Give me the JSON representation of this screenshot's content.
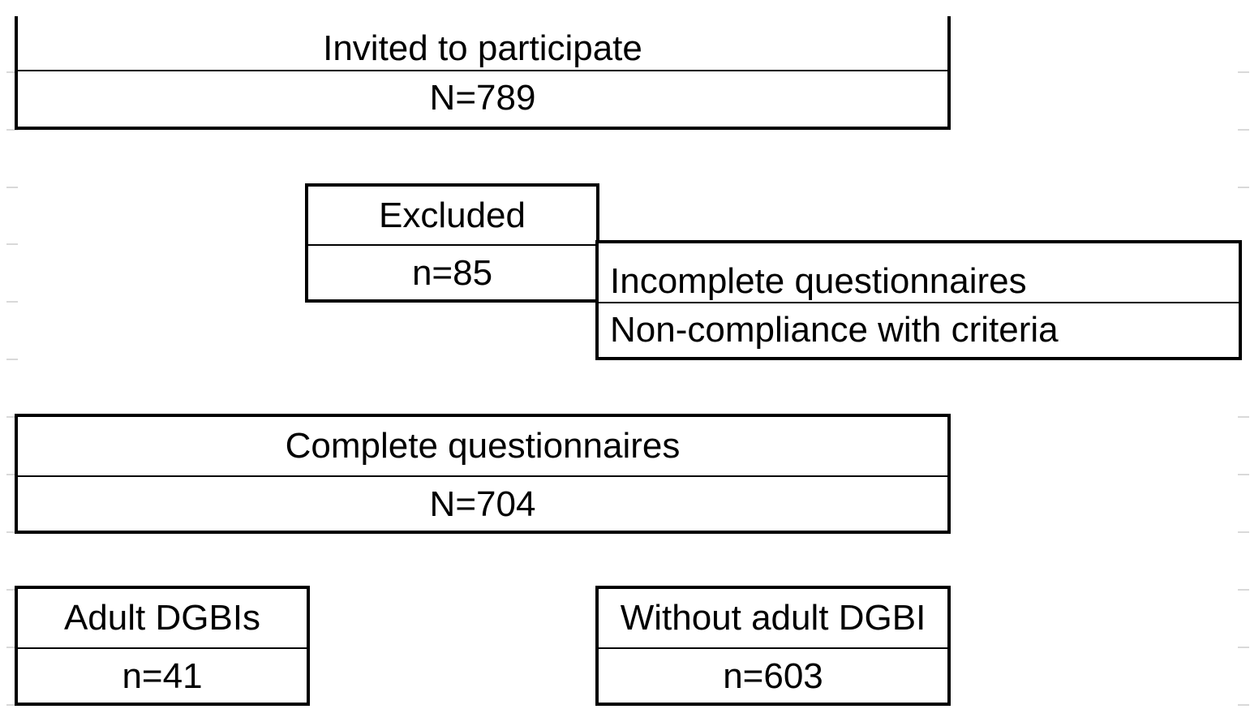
{
  "flowchart": {
    "invited": {
      "label": "Invited to participate",
      "count": "N=789"
    },
    "excluded": {
      "label": "Excluded",
      "count": "n=85"
    },
    "reasons": [
      "Incomplete questionnaires",
      "Non-compliance with criteria"
    ],
    "complete": {
      "label": "Complete questionnaires",
      "count": "N=704"
    },
    "adult": {
      "label": "Adult DGBIs",
      "count": "n=41"
    },
    "without": {
      "label": "Without adult DGBI",
      "count": "n=603"
    }
  }
}
